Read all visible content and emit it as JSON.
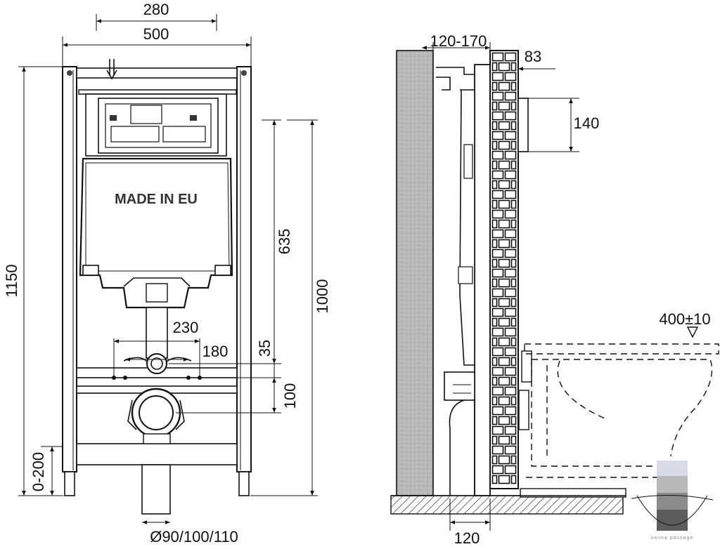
{
  "front_view": {
    "dims": {
      "width_top_inner": "280",
      "width_frame": "500",
      "height_total": "1150",
      "height_635": "635",
      "height_1000": "1000",
      "dist_35": "35",
      "dist_100": "100",
      "range_0_200": "0-200",
      "width_230": "230",
      "width_180": "180",
      "pipe_diameter": "Ø90/100/110"
    },
    "tank_label": "MADE IN EU"
  },
  "side_view": {
    "dims": {
      "depth_120_170": "120-170",
      "depth_83": "83",
      "plate_height_140": "140",
      "bottom_120": "120",
      "height_400": "400±10"
    }
  },
  "watermark": {
    "text": "vanna passage",
    "icon": "logo-mark-icon"
  },
  "colors": {
    "line": "#111111",
    "wall": "#bdbdbd",
    "brick": "#ffffff",
    "frame_fill": "#ffffff"
  }
}
